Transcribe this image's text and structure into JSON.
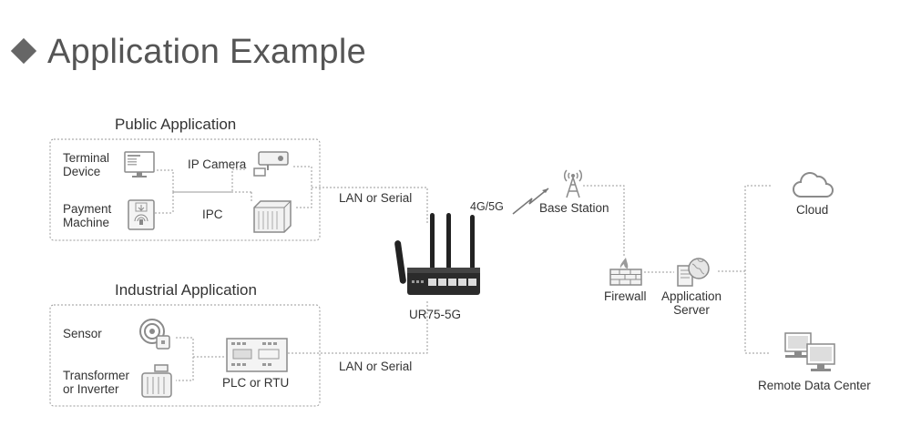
{
  "page_title": "Application Example",
  "public_section": {
    "heading": "Public Application",
    "terminal_device": "Terminal\nDevice",
    "ip_camera": "IP Camera",
    "payment_machine": "Payment\nMachine",
    "ipc": "IPC"
  },
  "industrial_section": {
    "heading": "Industrial Application",
    "sensor": "Sensor",
    "transformer": "Transformer\nor Inverter",
    "plc": "PLC or RTU"
  },
  "links": {
    "lan_serial_top": "LAN or Serial",
    "lan_serial_bottom": "LAN or Serial",
    "cellular": "4G/5G"
  },
  "router": {
    "name": "UR75-5G"
  },
  "network": {
    "base_station": "Base Station",
    "firewall": "Firewall",
    "app_server": "Application\nServer",
    "cloud": "Cloud",
    "remote_dc": "Remote Data Center"
  },
  "colors": {
    "icon": "#8a8a8a",
    "dash": "#9a9a9a",
    "title": "#555555"
  }
}
